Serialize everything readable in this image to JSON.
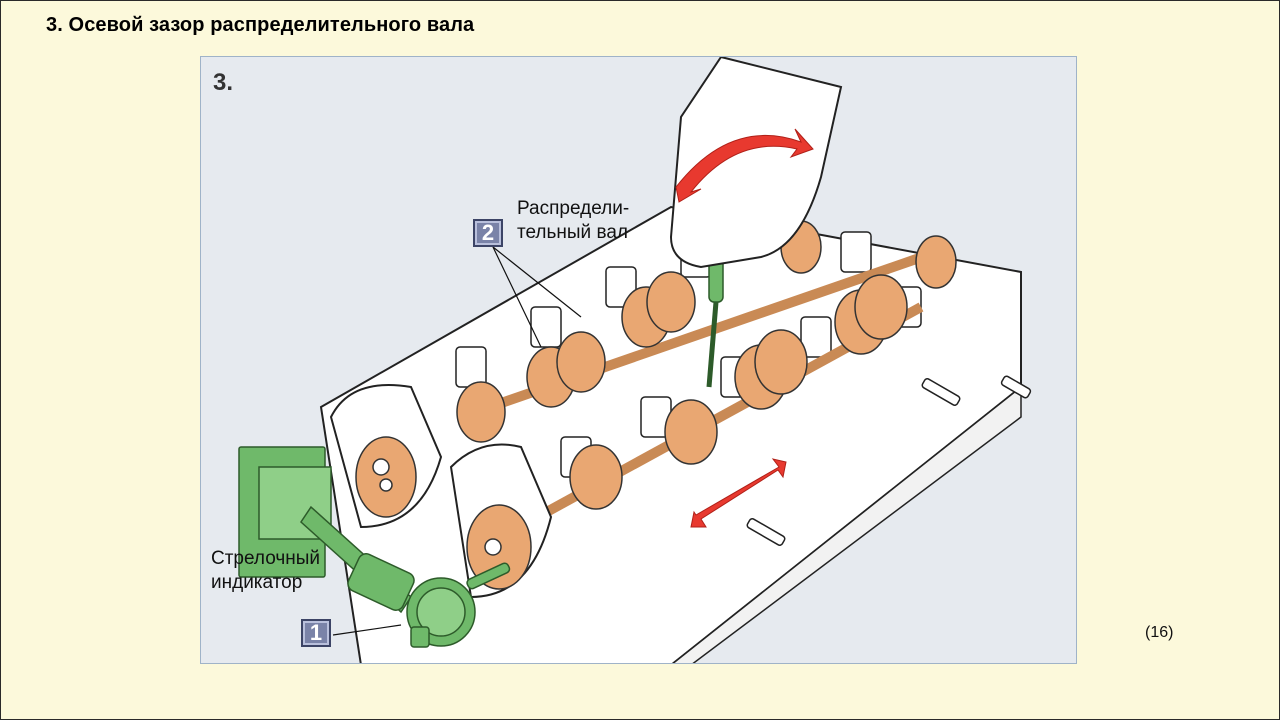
{
  "page": {
    "title": "3. Осевой зазор распределительного вала",
    "page_number": "(16)"
  },
  "figure": {
    "number": "3.",
    "callout_camshaft_line1": "Распредели-",
    "callout_camshaft_line2": "тельный вал",
    "badge_camshaft": "2",
    "callout_indicator_line1": "Стрелочный",
    "callout_indicator_line2": "индикатор",
    "badge_indicator": "1"
  },
  "colors": {
    "page_background": "#fcf9db",
    "figure_background": "#e6eaef",
    "cam_orange": "#e9a772",
    "tool_green": "#6fb96a",
    "arrow_red": "#e8392f",
    "badge_blue": "#7a83a8"
  }
}
